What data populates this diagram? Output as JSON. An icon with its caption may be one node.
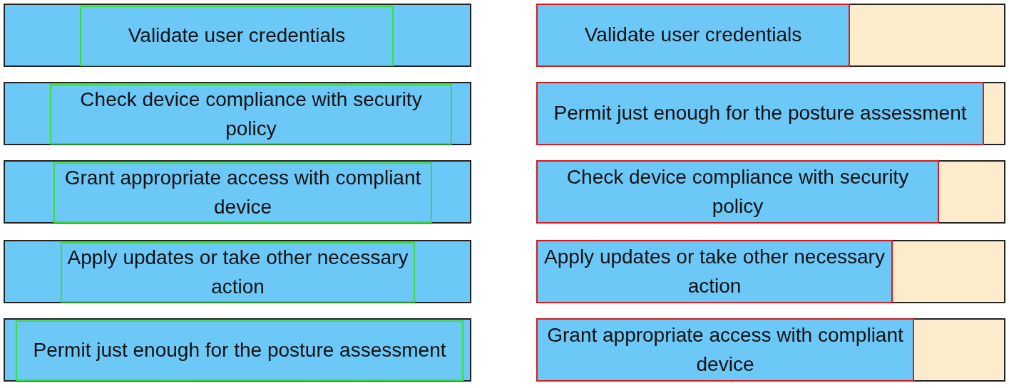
{
  "diagram": {
    "nodes": [
      {
        "text": [],
        "shape": "box"
      },
      {
        "text": [
          "Validate user credentials"
        ],
        "in": 0
      },
      {
        "text": [],
        "shape": "box"
      },
      {
        "text": [
          "Validate user credentials"
        ],
        "in": 2
      },
      {
        "text": [],
        "shape": "box"
      },
      {
        "text": [
          "Check device compliance with security policy"
        ],
        "in": 4
      },
      {
        "text": [],
        "shape": "box"
      },
      {
        "text": [
          "Permit just enough for the posture assessment"
        ],
        "in": 6
      },
      {
        "text": [],
        "shape": "box"
      },
      {
        "text": [
          "Grant appropriate access with compliant device"
        ],
        "in": 8
      },
      {
        "text": [],
        "shape": "box"
      },
      {
        "text": [
          "Check device compliance with security policy"
        ],
        "in": 10
      },
      {
        "text": [],
        "shape": "box"
      },
      {
        "text": [
          "Apply updates or take other necessary action"
        ],
        "in": 12
      },
      {
        "text": [],
        "shape": "box"
      },
      {
        "text": [
          "Apply updates or take other necessary action"
        ],
        "in": 14
      },
      {
        "text": [],
        "shape": "box"
      },
      {
        "text": [
          "Permit just enough for the posture assessment"
        ],
        "in": 16
      },
      {
        "text": [],
        "shape": "box"
      },
      {
        "text": [
          "Grant appropriate access with compliant device"
        ],
        "in": 18
      }
    ]
  }
}
